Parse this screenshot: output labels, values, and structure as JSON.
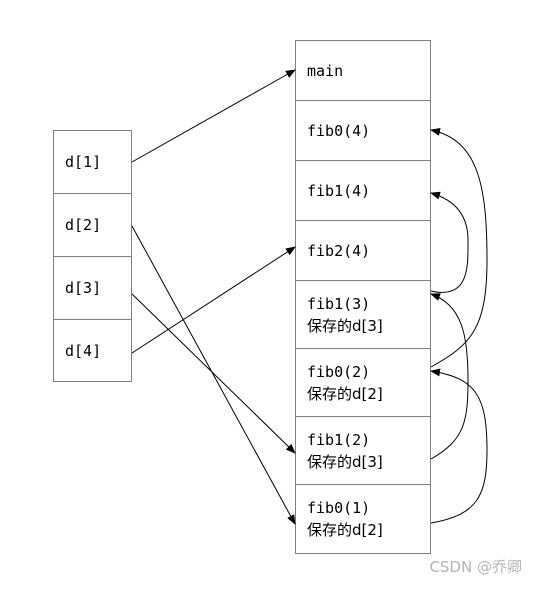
{
  "d_array": {
    "cells": [
      {
        "label": "d[1]"
      },
      {
        "label": "d[2]"
      },
      {
        "label": "d[3]"
      },
      {
        "label": "d[4]"
      }
    ]
  },
  "stack": {
    "frames": [
      {
        "label": "main",
        "note": ""
      },
      {
        "label": "fib0(4)",
        "note": ""
      },
      {
        "label": "fib1(4)",
        "note": ""
      },
      {
        "label": "fib2(4)",
        "note": ""
      },
      {
        "label": "fib1(3)",
        "note": "保存的d[3]"
      },
      {
        "label": "fib0(2)",
        "note": "保存的d[2]"
      },
      {
        "label": "fib1(2)",
        "note": "保存的d[3]"
      },
      {
        "label": "fib0(1)",
        "note": "保存的d[2]"
      }
    ]
  },
  "links": [
    {
      "from": "d[1]",
      "to": "main"
    },
    {
      "from": "d[2]",
      "to": "fib0(1)"
    },
    {
      "from": "d[3]",
      "to": "fib1(2)"
    },
    {
      "from": "d[4]",
      "to": "fib2(4)"
    }
  ],
  "return_links": [
    {
      "from": "fib1(3)",
      "to": "fib1(4)"
    },
    {
      "from": "fib0(2)",
      "to": "fib0(4)"
    },
    {
      "from": "fib1(2)",
      "to": "fib1(3)"
    },
    {
      "from": "fib0(1)",
      "to": "fib0(2)"
    }
  ],
  "watermark": "CSDN @乔卿"
}
